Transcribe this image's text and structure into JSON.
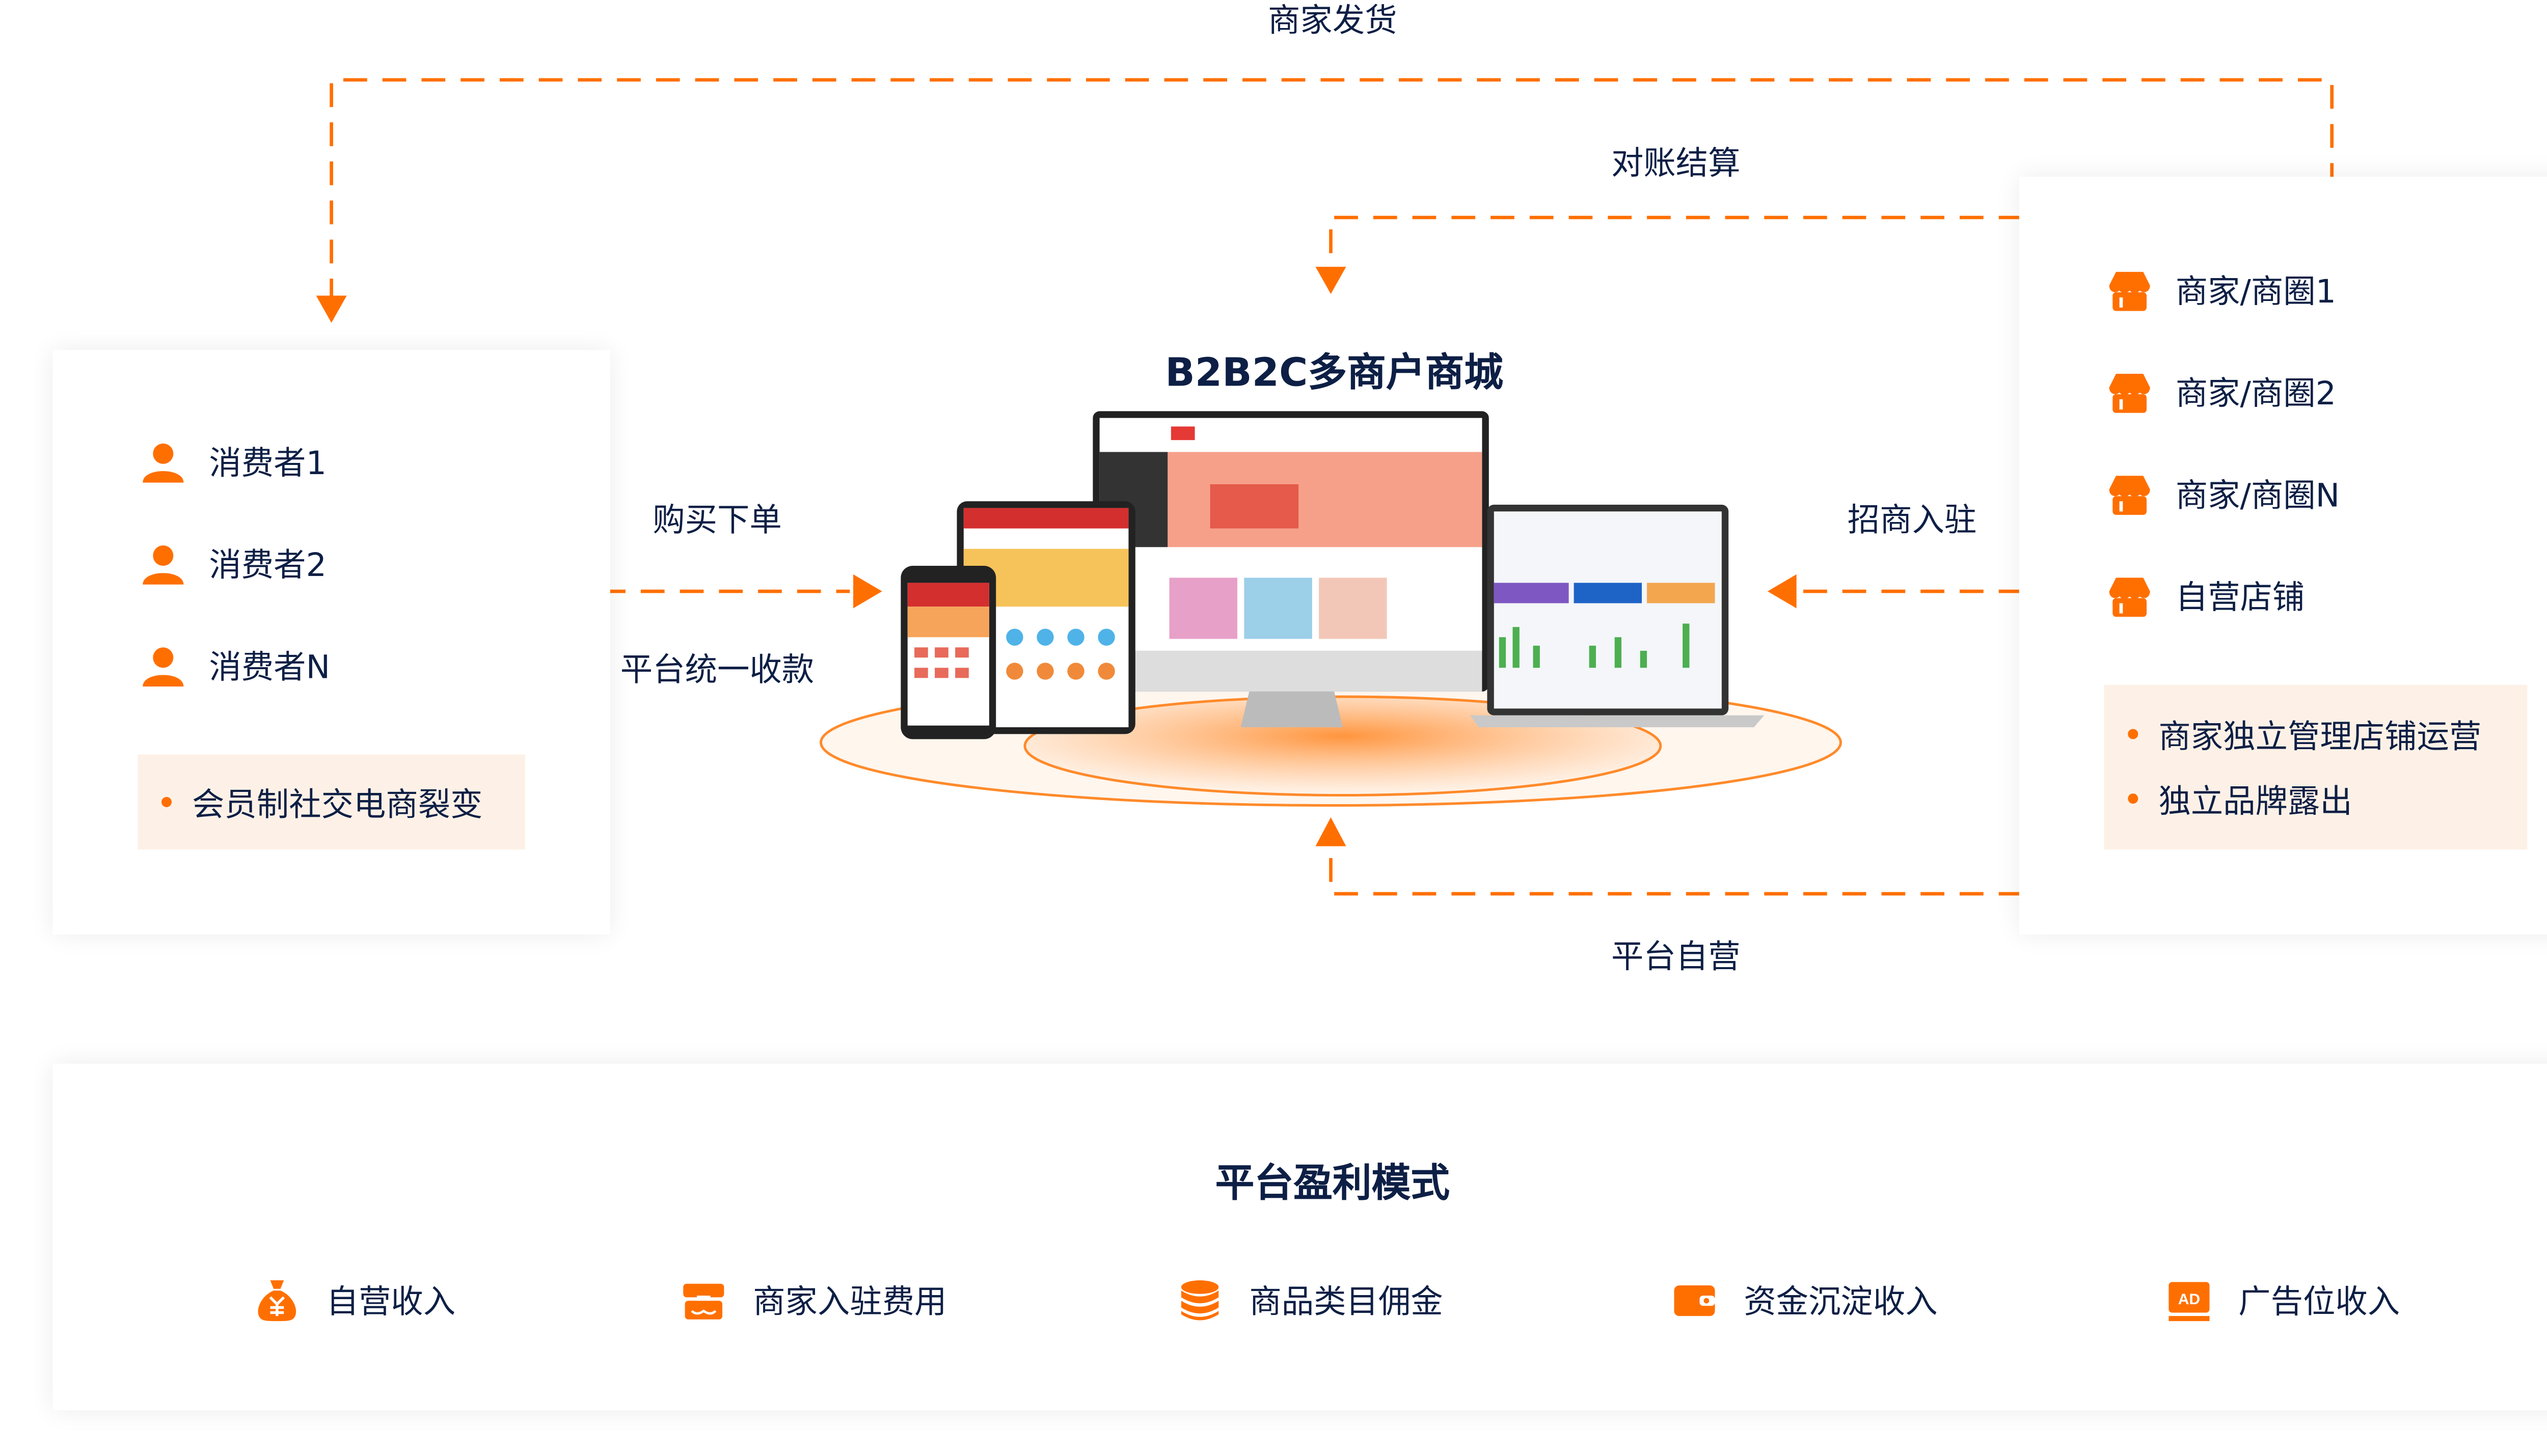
{
  "colors": {
    "accent": "#ff6f00",
    "text": "#0d1f45",
    "tag_bg": "#fdf1e7"
  },
  "flows": {
    "merchant_ship": "商家发货",
    "reconciliation": "对账结算",
    "purchase": "购买下单",
    "unified_payment": "平台统一收款",
    "merchant_onboarding": "招商入驻",
    "self_operated": "平台自营"
  },
  "center": {
    "title": "B2B2C多商户商城"
  },
  "consumers": {
    "items": [
      {
        "label": "消费者1",
        "icon": "user-icon"
      },
      {
        "label": "消费者2",
        "icon": "user-icon"
      },
      {
        "label": "消费者N",
        "icon": "user-icon"
      }
    ],
    "tags": [
      "会员制社交电商裂变"
    ]
  },
  "merchants": {
    "items": [
      {
        "label": "商家/商圈1",
        "icon": "store-icon"
      },
      {
        "label": "商家/商圈2",
        "icon": "store-icon"
      },
      {
        "label": "商家/商圈N",
        "icon": "store-icon"
      },
      {
        "label": "自营店铺",
        "icon": "store-icon"
      }
    ],
    "tags": [
      "商家独立管理店铺运营",
      "独立品牌露出"
    ]
  },
  "profit": {
    "title": "平台盈利模式",
    "items": [
      {
        "label": "自营收入",
        "icon": "money-bag-icon"
      },
      {
        "label": "商家入驻费用",
        "icon": "store-icon"
      },
      {
        "label": "商品类目佣金",
        "icon": "coins-stack-icon"
      },
      {
        "label": "资金沉淀收入",
        "icon": "wallet-icon"
      },
      {
        "label": "广告位收入",
        "icon": "ad-icon"
      }
    ]
  }
}
